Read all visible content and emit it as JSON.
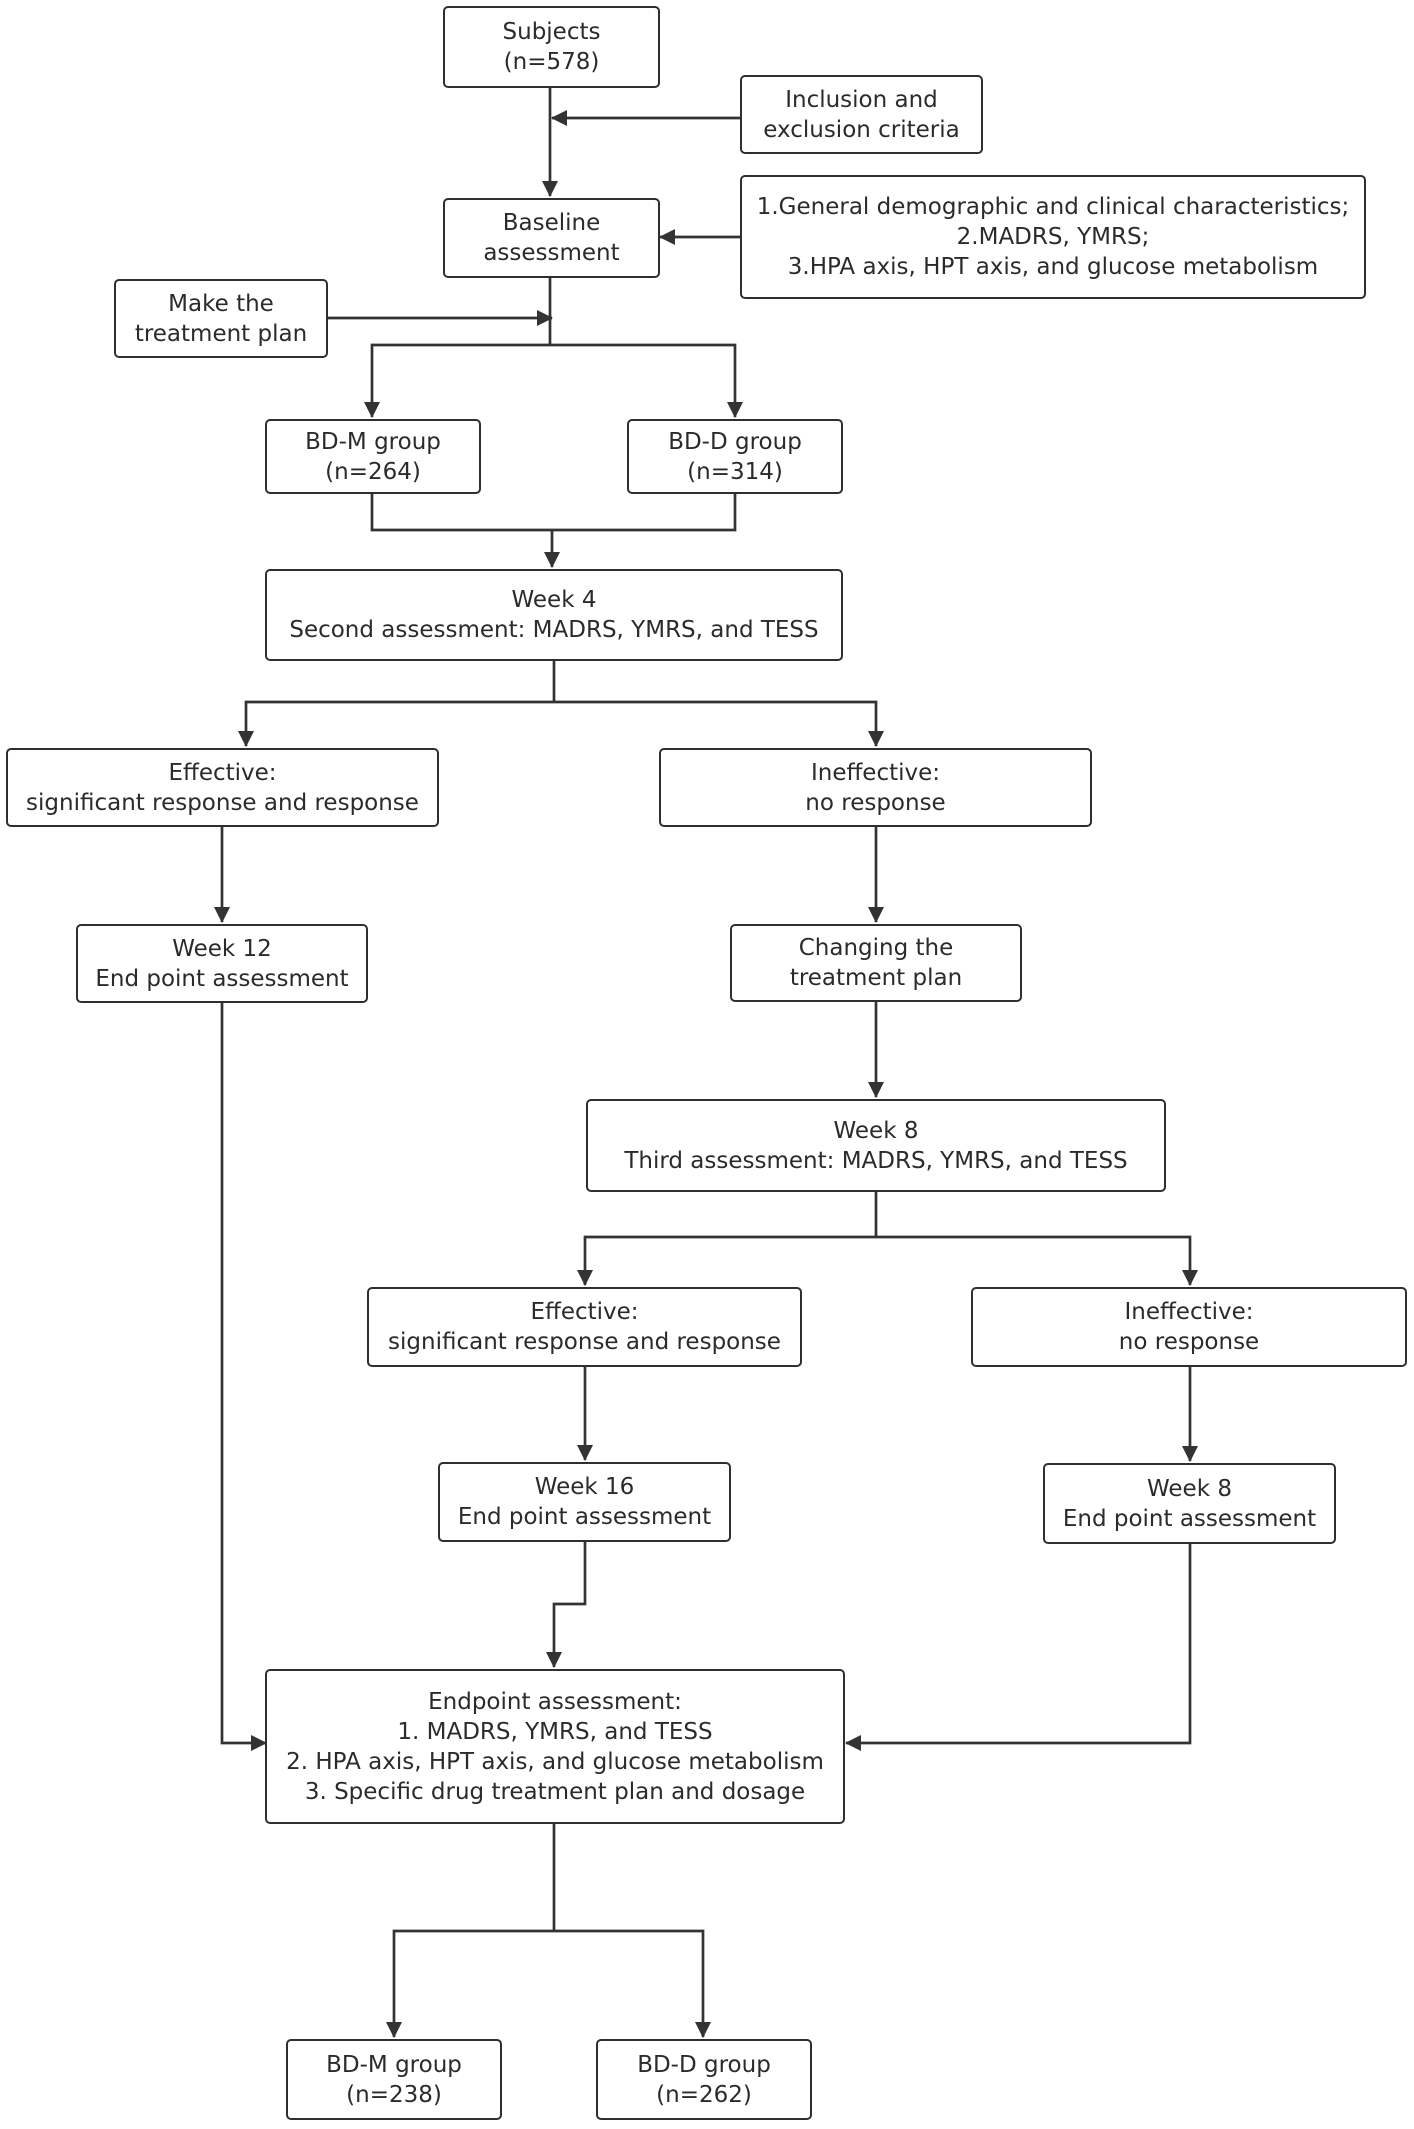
{
  "colors": {
    "line": "#333333",
    "border": "#2f2f2f",
    "text": "#2b2b2b",
    "background": "#ffffff"
  },
  "boxes": {
    "subjects": [
      "Subjects",
      "(n=578)"
    ],
    "criteria": [
      "Inclusion and",
      "exclusion criteria"
    ],
    "baseline": [
      "Baseline",
      "assessment"
    ],
    "baseline_items": [
      "1.General demographic and clinical characteristics;",
      "2.MADRS, YMRS;",
      "3.HPA axis, HPT axis, and glucose metabolism"
    ],
    "make_plan": [
      "Make the",
      "treatment plan"
    ],
    "bdm_start": [
      "BD-M group",
      "(n=264)"
    ],
    "bdd_start": [
      "BD-D group",
      "(n=314)"
    ],
    "week4": [
      "Week 4",
      "Second assessment: MADRS, YMRS, and TESS"
    ],
    "effective1": [
      "Effective:",
      "significant response and response"
    ],
    "ineffective1": [
      "Ineffective:",
      "no response"
    ],
    "week12": [
      "Week 12",
      "End point assessment"
    ],
    "change_plan": [
      "Changing the",
      "treatment plan"
    ],
    "week8": [
      "Week 8",
      "Third assessment: MADRS, YMRS, and TESS"
    ],
    "effective2": [
      "Effective:",
      "significant response and response"
    ],
    "ineffective2": [
      "Ineffective:",
      "no response"
    ],
    "week16": [
      "Week 16",
      "End point assessment"
    ],
    "week8_end": [
      "Week 8",
      "End point assessment"
    ],
    "endpoint": [
      "Endpoint assessment:",
      "1. MADRS, YMRS, and TESS",
      "2. HPA axis, HPT axis, and glucose metabolism",
      "3. Specific drug treatment plan and dosage"
    ],
    "bdm_end": [
      "BD-M group",
      "(n=238)"
    ],
    "bdd_end": [
      "BD-D group",
      "(n=262)"
    ]
  }
}
